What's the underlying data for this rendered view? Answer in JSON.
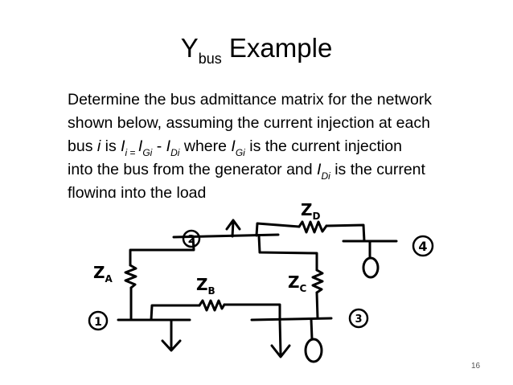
{
  "slide": {
    "title_main": "Y",
    "title_sub": "bus",
    "title_rest": " Example",
    "line1": "Determine the bus admittance matrix for the network",
    "line2": "shown below, assuming the current injection at each",
    "line3": {
      "a": "bus ",
      "i1": "i",
      "b": " is ",
      "I1": "I",
      "s1": "i",
      "eq": " = ",
      "I2": "I",
      "s2": "Gi",
      "minus": " - ",
      "I3": "I",
      "s3": "Di",
      "c": " where ",
      "I4": "I",
      "s4": "Gi",
      "d": " is the current injection"
    },
    "line4": {
      "a": "into the bus from the generator and ",
      "I1": "I",
      "s1": "Di",
      "b": " is the current"
    },
    "line5": "flowing into the load",
    "page_number": "16"
  },
  "diagram": {
    "bus_labels": [
      "1",
      "2",
      "3",
      "4"
    ],
    "impedance_labels": [
      "Z",
      "Z",
      "Z",
      "Z"
    ],
    "impedance_subs": [
      "A",
      "B",
      "C",
      "D"
    ]
  },
  "colors": {
    "ink": "#000000",
    "background": "#ffffff",
    "page_number": "#555555"
  }
}
